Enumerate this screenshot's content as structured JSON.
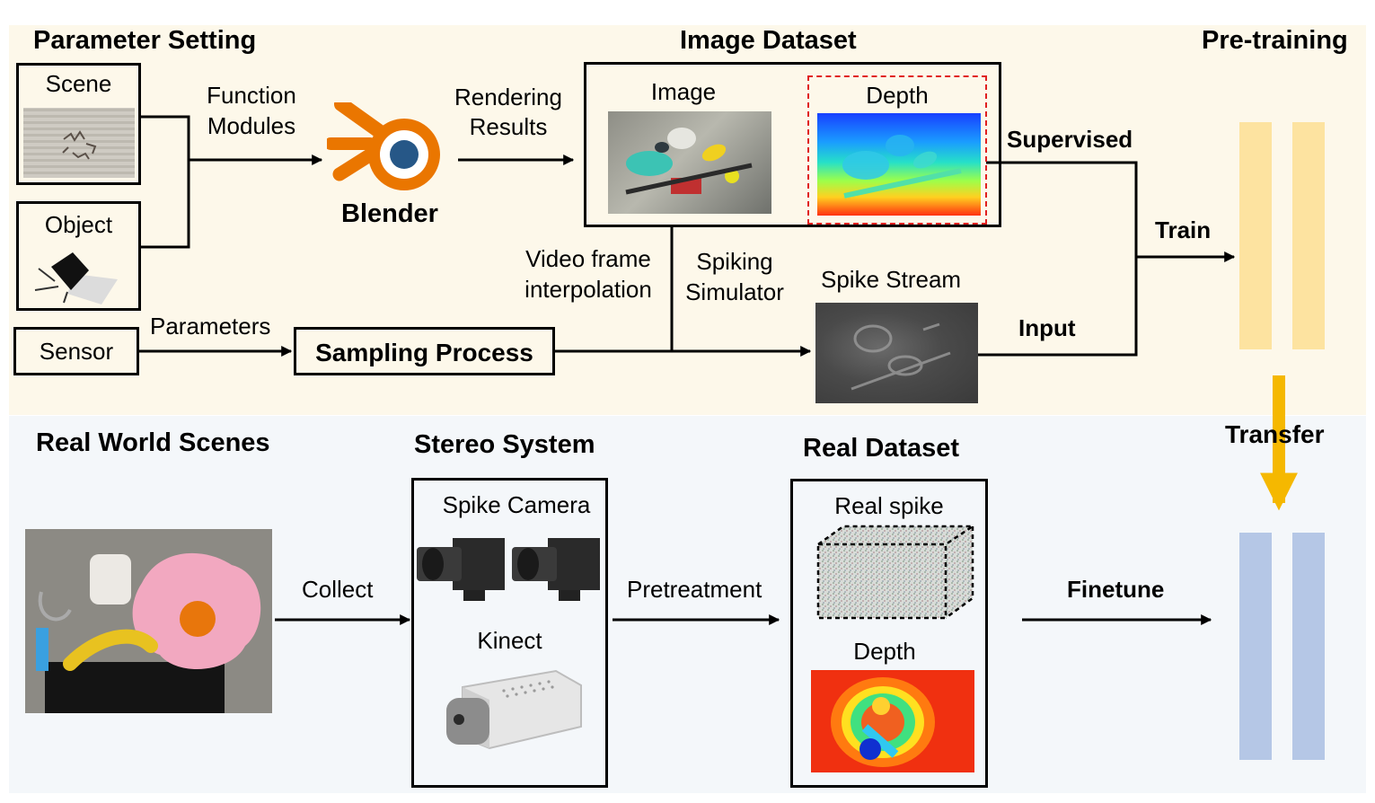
{
  "sections": {
    "parameter_setting": "Parameter Setting",
    "image_dataset": "Image Dataset",
    "pre_training": "Pre-training",
    "real_world_scenes": "Real World Scenes",
    "stereo_system": "Stereo System",
    "real_dataset": "Real Dataset"
  },
  "inputs": {
    "scene": "Scene",
    "object": "Object",
    "sensor": "Sensor"
  },
  "labels": {
    "function_modules_1": "Function",
    "function_modules_2": "Modules",
    "blender": "Blender",
    "rendering_results_1": "Rendering",
    "rendering_results_2": "Results",
    "image": "Image",
    "depth": "Depth",
    "supervised": "Supervised",
    "train": "Train",
    "parameters": "Parameters",
    "sampling_process": "Sampling Process",
    "video_frame_1": "Video frame",
    "video_frame_2": "interpolation",
    "spiking_sim_1": "Spiking",
    "spiking_sim_2": "Simulator",
    "spike_stream": "Spike Stream",
    "input": "Input",
    "transfer": "Transfer",
    "collect": "Collect",
    "spike_camera": "Spike Camera",
    "kinect": "Kinect",
    "pretreatment": "Pretreatment",
    "real_spike": "Real spike",
    "real_depth": "Depth",
    "finetune": "Finetune"
  },
  "colors": {
    "top_panel": "#fdf8ea",
    "bottom_panel": "#f4f7fa",
    "pretrain_bars": "#fde3a0",
    "finetune_bars": "#b5c7e6",
    "transfer_arrow": "#f5b800",
    "blender_orange": "#ea7600",
    "blender_blue": "#265787",
    "depth_dash": "#e02020"
  }
}
